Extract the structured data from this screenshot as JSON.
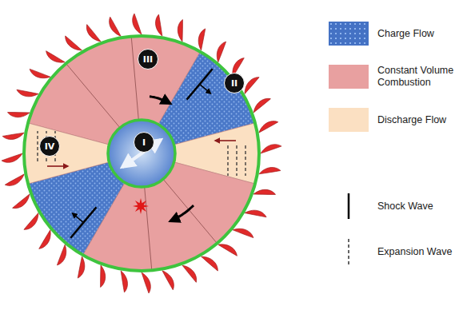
{
  "diagram": {
    "nodes": [
      {
        "text": [
          "I"
        ]
      },
      {
        "text": [
          "II"
        ]
      },
      {
        "text": [
          "III"
        ]
      },
      {
        "text": [
          "IV"
        ]
      }
    ],
    "legend": [
      {
        "text": "Charge Flow",
        "color": "#4472c4"
      },
      {
        "text": "Constant Volume Combustion",
        "color": "#e8a0a0"
      },
      {
        "text": "Discharge Flow",
        "color": "#fbe0c2"
      },
      {
        "text": "Shock Wave"
      },
      {
        "text": "Expansion Wave"
      }
    ]
  }
}
